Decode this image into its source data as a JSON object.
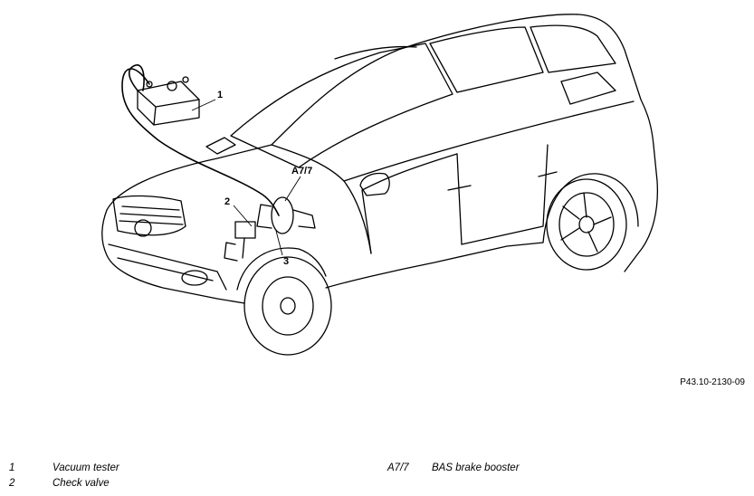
{
  "callouts": {
    "c1": "1",
    "c2": "2",
    "c3": "3",
    "ca77": "A7/7"
  },
  "reference_code": "P43.10-2130-09",
  "legend": [
    {
      "number": "1",
      "text": "Vacuum tester"
    },
    {
      "number": "2",
      "text": "Check valve"
    },
    {
      "number": "A7/7",
      "text": "BAS brake booster"
    }
  ]
}
